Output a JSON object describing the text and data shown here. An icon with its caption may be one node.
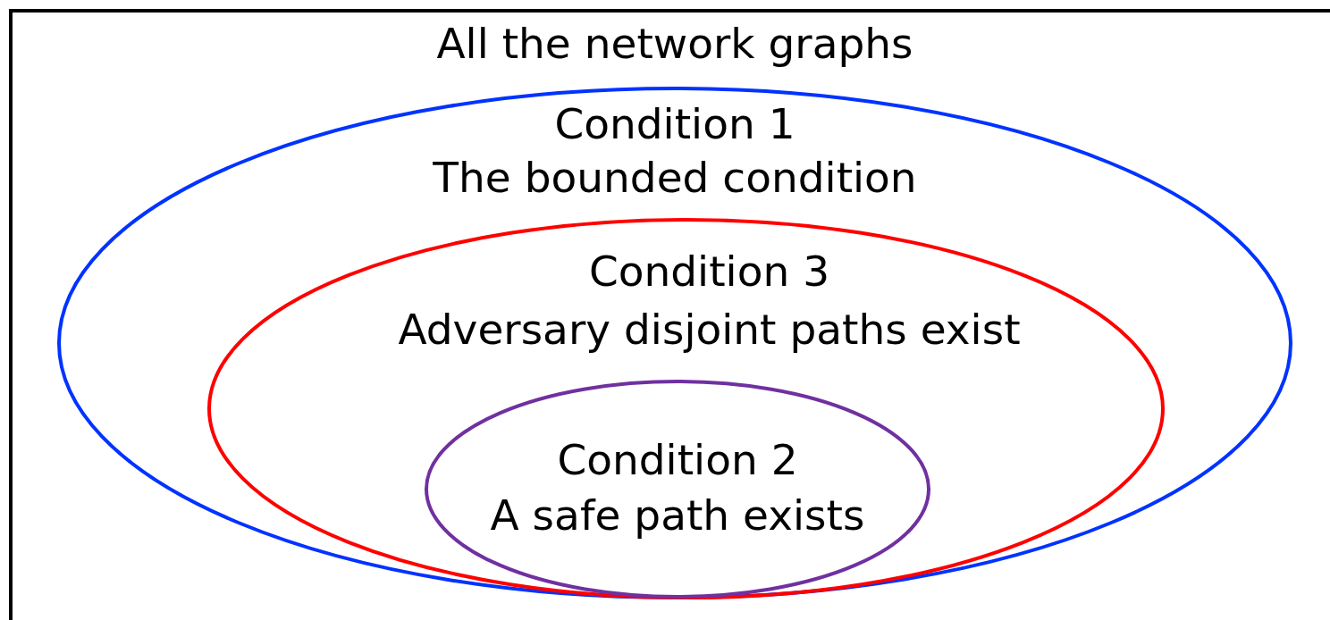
{
  "diagram": {
    "nodes": [
      {
        "text": [
          "All the network graphs"
        ]
      },
      {
        "text": [
          "Condition 1",
          "The bounded condition"
        ],
        "in": 0
      },
      {
        "text": [
          "Condition 3",
          "Adversary disjoint paths exist"
        ],
        "in": 1
      },
      {
        "text": [
          "Condition 2",
          "A safe path exists"
        ],
        "in": 2
      }
    ]
  }
}
